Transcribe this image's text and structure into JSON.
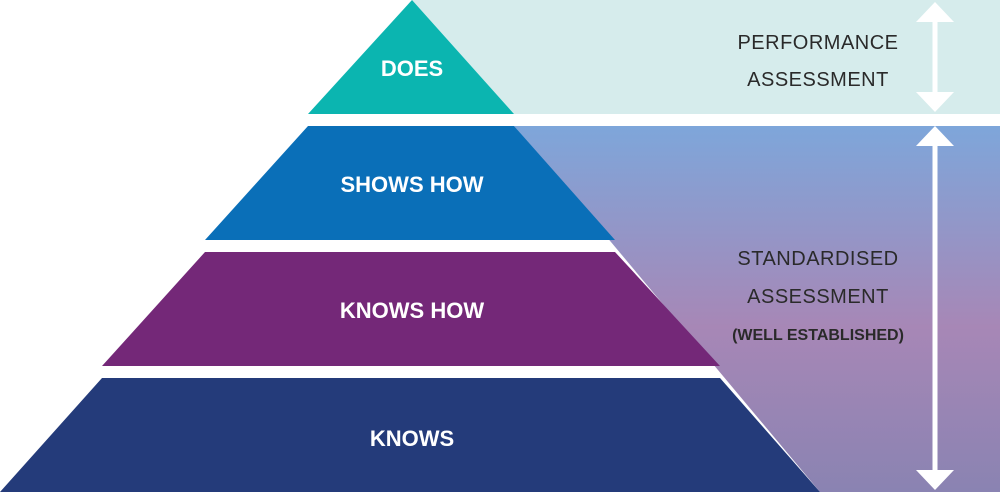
{
  "tiers": [
    {
      "label": "DOES",
      "color": "#0bb5b0"
    },
    {
      "label": "SHOWS HOW",
      "color": "#0a6fb8"
    },
    {
      "label": "KNOWS HOW",
      "color": "#742878"
    },
    {
      "label": "KNOWS",
      "color": "#243b7a"
    }
  ],
  "assessments": {
    "performance": {
      "line1": "PERFORMANCE",
      "line2": "ASSESSMENT",
      "band_color": "#d6ecec"
    },
    "standardised": {
      "line1": "STANDARDISED",
      "line2": "ASSESSMENT",
      "note": "(WELL ESTABLISHED)",
      "band_colors": [
        "#7ea6da",
        "#a787b6",
        "#8a83b2"
      ]
    }
  },
  "arrow_color": "#ffffff"
}
